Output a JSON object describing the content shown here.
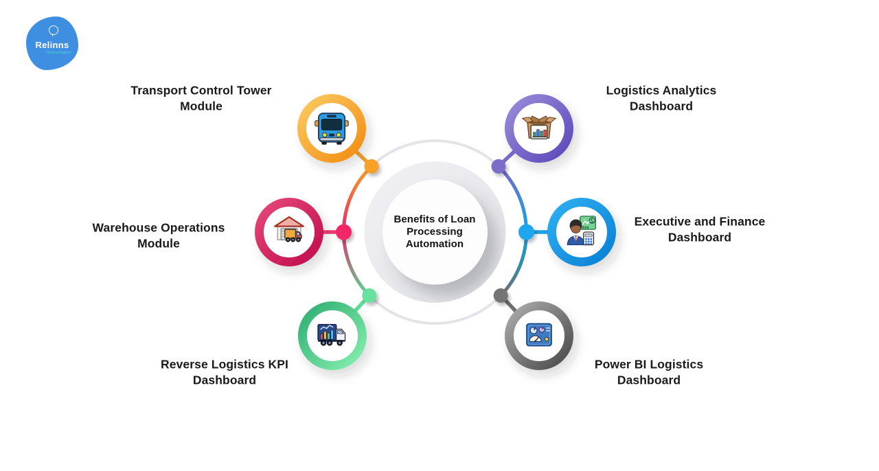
{
  "logo": {
    "name": "Relinns",
    "tagline": "Technologies"
  },
  "center": {
    "title": "Benefits of Loan Processing Automation"
  },
  "nodes": [
    {
      "id": "transport-control-tower",
      "label": "Transport Control Tower Module",
      "color": "#F5941C",
      "icon": "bus-icon"
    },
    {
      "id": "logistics-analytics",
      "label": "Logistics Analytics Dashboard",
      "color": "#6C59C4",
      "icon": "open-box-chart-icon"
    },
    {
      "id": "warehouse-operations",
      "label": "Warehouse Operations Module",
      "color": "#D01355",
      "icon": "warehouse-truck-icon"
    },
    {
      "id": "executive-finance",
      "label": "Executive and Finance Dashboard",
      "color": "#149BE4",
      "icon": "executive-calculator-icon"
    },
    {
      "id": "reverse-logistics-kpi",
      "label": "Reverse Logistics KPI Dashboard",
      "color": "#4ED28F",
      "icon": "kpi-truck-icon"
    },
    {
      "id": "power-bi-logistics",
      "label": "Power BI Logistics Dashboard",
      "color": "#6E6E6E",
      "icon": "dashboard-gauge-icon"
    }
  ],
  "theme": {
    "background": "#ffffff",
    "label_color": "#1a1a1a"
  }
}
